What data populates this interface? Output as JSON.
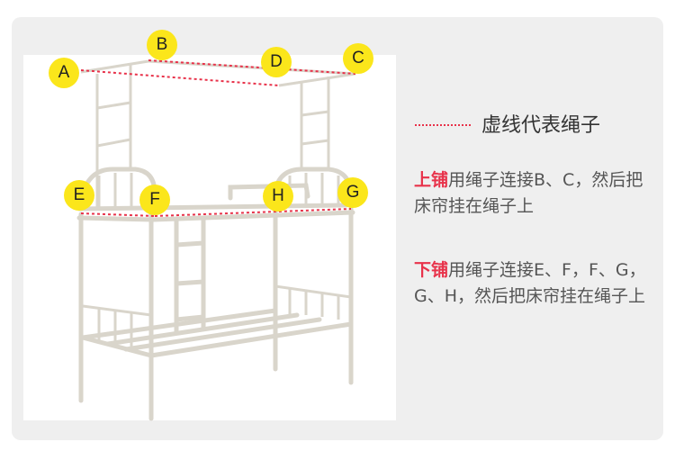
{
  "badges": {
    "A": "A",
    "B": "B",
    "C": "C",
    "D": "D",
    "E": "E",
    "F": "F",
    "G": "G",
    "H": "H"
  },
  "legend": {
    "text": "虚线代表绳子",
    "line_color": "#e8324a"
  },
  "upper": {
    "highlight": "上铺",
    "text": "用绳子连接B、C，然后把床帘挂在绳子上"
  },
  "lower": {
    "highlight": "下铺",
    "text": "用绳子连接E、F，F、G，G、H，然后把床帘挂在绳子上"
  },
  "colors": {
    "badge": "#fbe61b",
    "accent": "#e8324a",
    "panel": "#efefef",
    "frame": "#d8d4ca"
  }
}
